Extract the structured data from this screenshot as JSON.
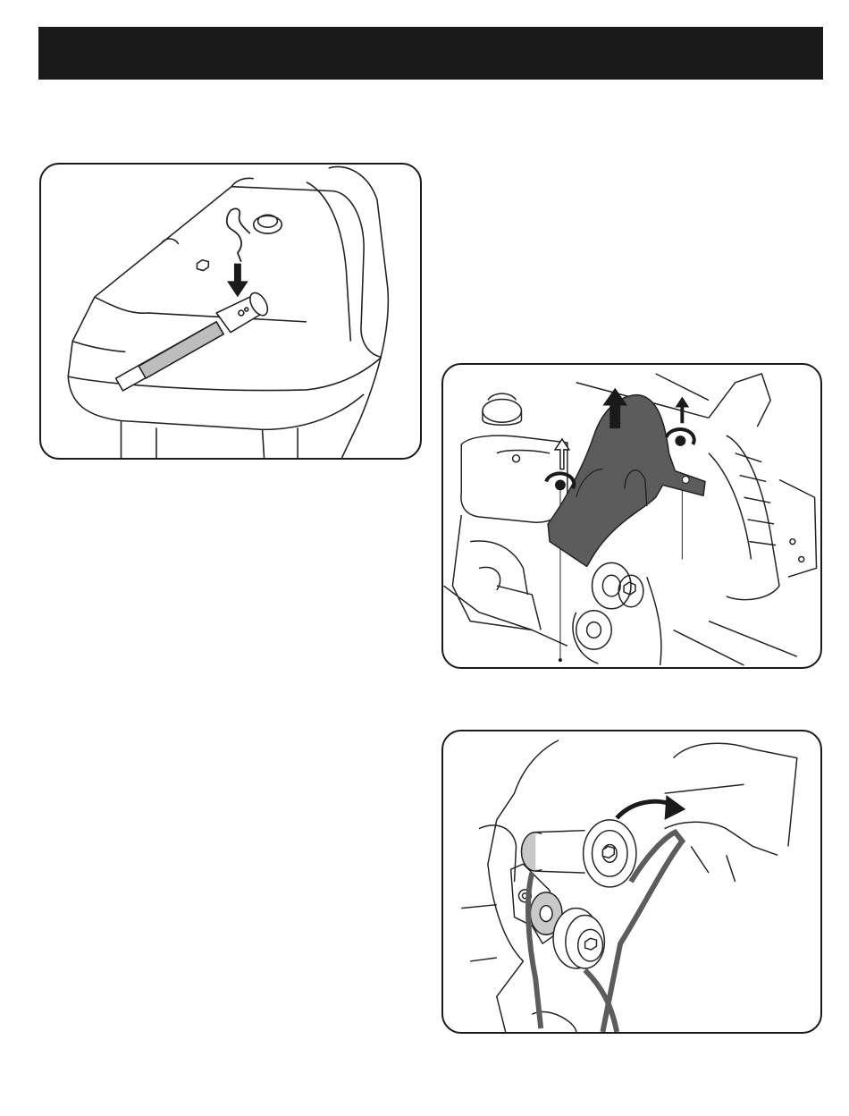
{
  "page": {
    "header_bar_color": "#1a1a1a",
    "header_text": ""
  },
  "figures": [
    {
      "id": "fig1",
      "icon": "hairpin-clip-insertion-illustration"
    },
    {
      "id": "fig2",
      "icon": "belt-cover-removal-illustration",
      "highlight_color": "#5c5c5c"
    },
    {
      "id": "fig3",
      "icon": "belt-pulley-illustration",
      "belt_color": "#5c5c5c"
    }
  ]
}
